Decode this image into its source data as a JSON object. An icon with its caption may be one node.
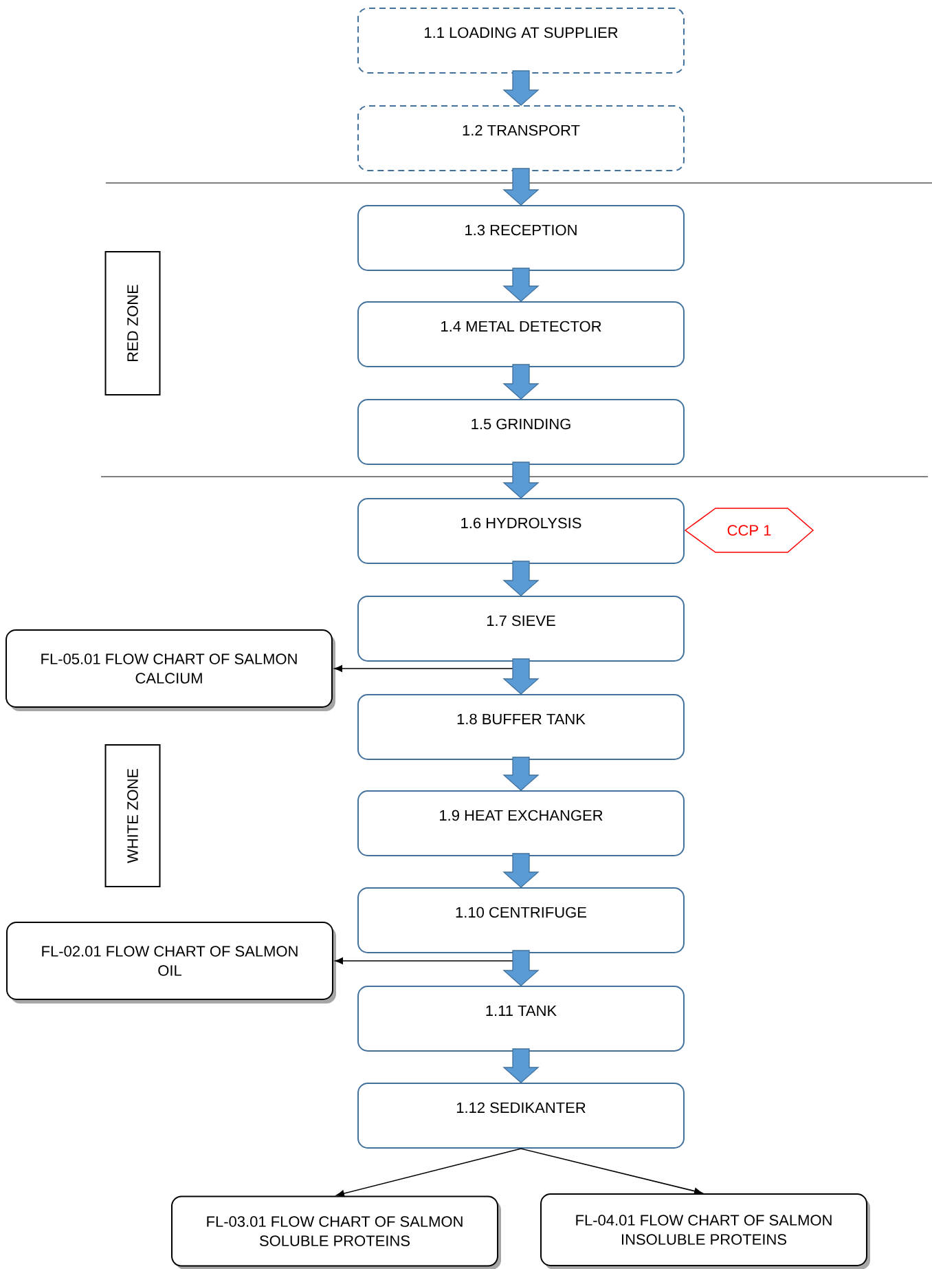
{
  "diagram": {
    "nodes": [
      {
        "text": [
          "1.1 LOADING AT SUPPLIER"
        ]
      },
      {
        "text": [
          "1.2 TRANSPORT"
        ]
      },
      {
        "text": [
          "1.3 RECEPTION"
        ]
      },
      {
        "text": [
          "1.4 METAL DETECTOR"
        ]
      },
      {
        "text": [
          "1.5 GRINDING"
        ]
      },
      {
        "text": [
          "1.6 HYDROLYSIS"
        ]
      },
      {
        "text": [
          "CCP 1"
        ]
      },
      {
        "text": [
          "1.7 SIEVE"
        ]
      },
      {
        "text": [
          "FL-05.01 FLOW CHART OF SALMON CALCIUM"
        ]
      },
      {
        "text": [
          "1.8 BUFFER TANK"
        ]
      },
      {
        "text": [
          "1.9 HEAT EXCHANGER"
        ]
      },
      {
        "text": [
          "1.10 CENTRIFUGE"
        ]
      },
      {
        "text": [
          "FL-02.01 FLOW CHART OF SALMON OIL"
        ]
      },
      {
        "text": [
          "1.11 TANK"
        ]
      },
      {
        "text": [
          "1.12 SEDIKANTER"
        ]
      },
      {
        "text": [
          "FL-03.01 FLOW CHART OF SALMON SOLUBLE PROTEINS"
        ]
      },
      {
        "text": [
          "FL-04.01 FLOW CHART OF SALMON INSOLUBLE PROTEINS"
        ]
      },
      {
        "text": [
          "RED ZONE"
        ]
      },
      {
        "text": [
          "WHITE ZONE"
        ]
      }
    ],
    "edges": [
      {
        "from": 0,
        "to": 1,
        "arrow": "to",
        "style": "thick"
      },
      {
        "from": 1,
        "to": 2,
        "arrow": "to",
        "style": "thick"
      },
      {
        "from": 2,
        "to": 3,
        "arrow": "to",
        "style": "thick"
      },
      {
        "from": 3,
        "to": 4,
        "arrow": "to",
        "style": "thick"
      },
      {
        "from": 4,
        "to": 5,
        "arrow": "to",
        "style": "thick"
      },
      {
        "from": 5,
        "to": 7,
        "arrow": "to",
        "style": "thick"
      },
      {
        "from": 7,
        "to": 9,
        "arrow": "to",
        "style": "thick"
      },
      {
        "from": 7,
        "to": 8,
        "arrow": "to",
        "color": "#000000"
      },
      {
        "from": 9,
        "to": 10,
        "arrow": "to",
        "style": "thick"
      },
      {
        "from": 10,
        "to": 11,
        "arrow": "to",
        "style": "thick"
      },
      {
        "from": 11,
        "to": 13,
        "arrow": "to",
        "style": "thick"
      },
      {
        "from": 11,
        "to": 12,
        "arrow": "to",
        "color": "#000000"
      },
      {
        "from": 13,
        "to": 14,
        "arrow": "to",
        "style": "thick"
      },
      {
        "from": 14,
        "to": 15,
        "arrow": "to",
        "color": "#000000"
      },
      {
        "from": 14,
        "to": 16,
        "arrow": "to",
        "color": "#000000"
      }
    ]
  }
}
